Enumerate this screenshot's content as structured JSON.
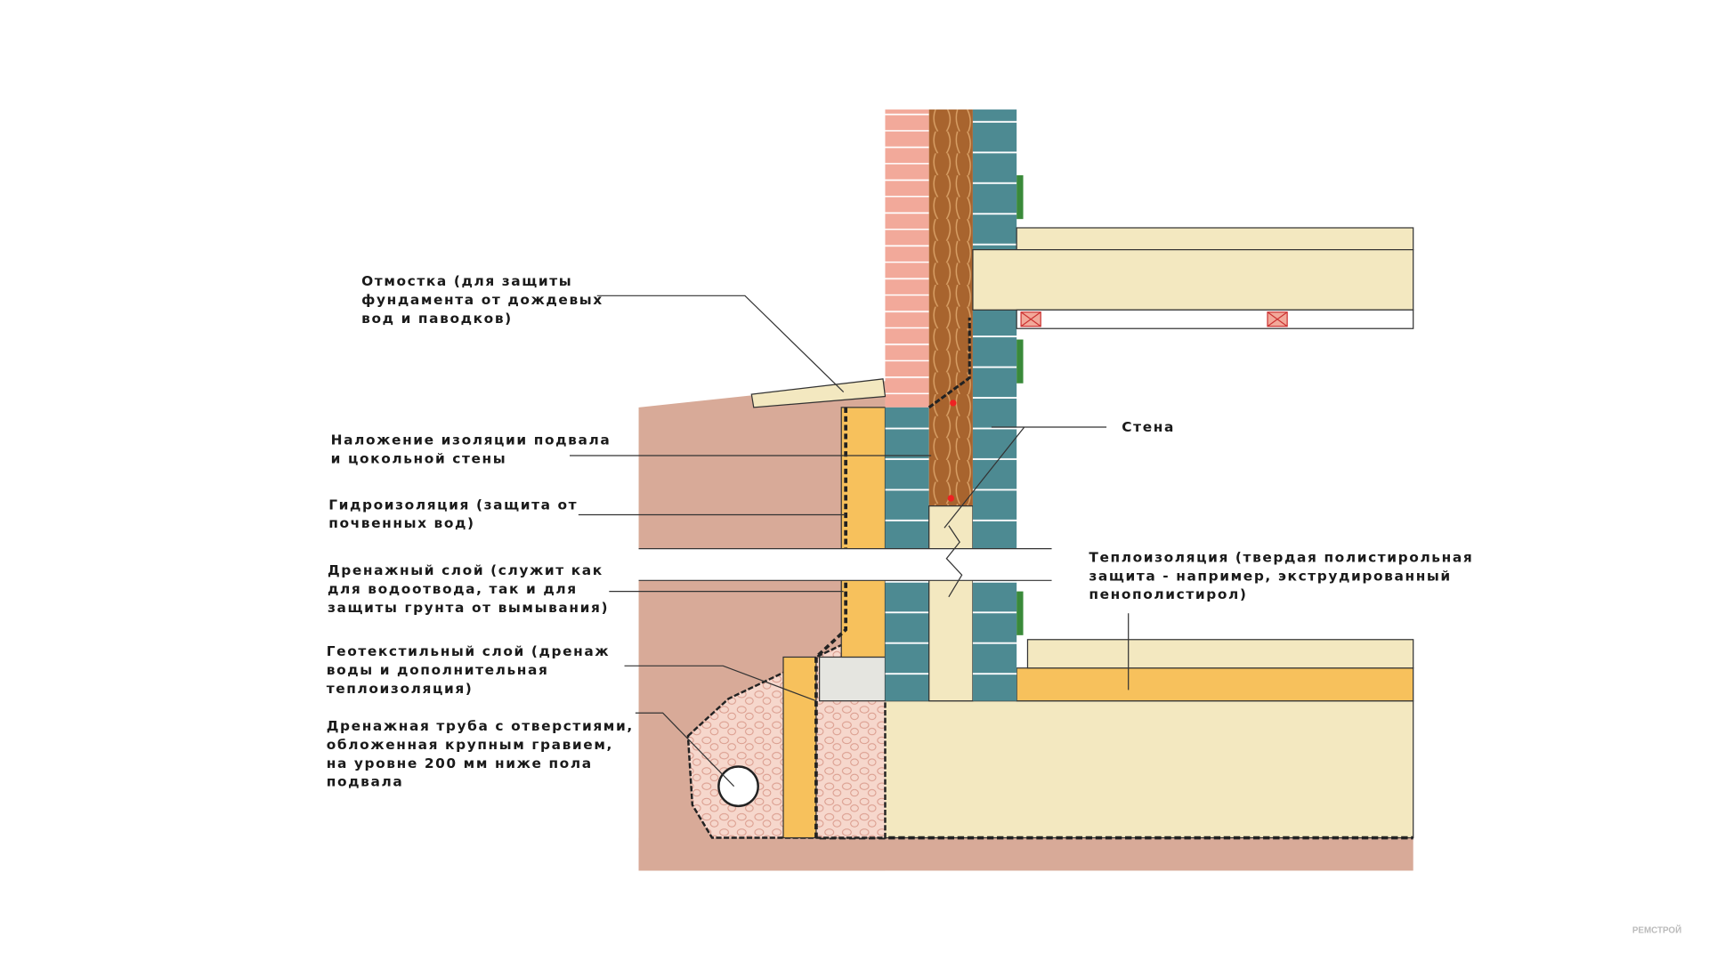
{
  "labels": {
    "otmostka": [
      "Отмостка (для защиты",
      "фундамента от дождевых",
      "вод и паводков)"
    ],
    "nalozhenie": [
      "Наложение изоляции подвала",
      "и цокольной стены"
    ],
    "gidro": [
      "Гидроизоляция (защита от",
      "почвенных вод)"
    ],
    "drenazh": [
      "Дренажный слой (служит как",
      "для водоотвода, так и для",
      "защиты грунта от вымывания)"
    ],
    "geotex": [
      "Геотекстильный слой (дренаж",
      "воды и дополнительная",
      "теплоизоляция)"
    ],
    "truba": [
      "Дренажная труба с отверстиями,",
      "обложенная крупным гравием,",
      "на уровне 200 мм ниже пола",
      "подвала"
    ],
    "stena": "Стена",
    "teplo": [
      "Теплоизоляция (твердая полистирольная",
      "защита - например, экструдированный",
      "пенополистирол)"
    ]
  },
  "watermark": "РЕМСТРОЙ",
  "colors": {
    "soil": "#d8aa98",
    "brick": "#f2a99a",
    "wood": "#a8642e",
    "block": "#4d8a92",
    "beige": "#f3e8c0",
    "insulation": "#f7c15c",
    "gravel": "#f6d7cc"
  }
}
